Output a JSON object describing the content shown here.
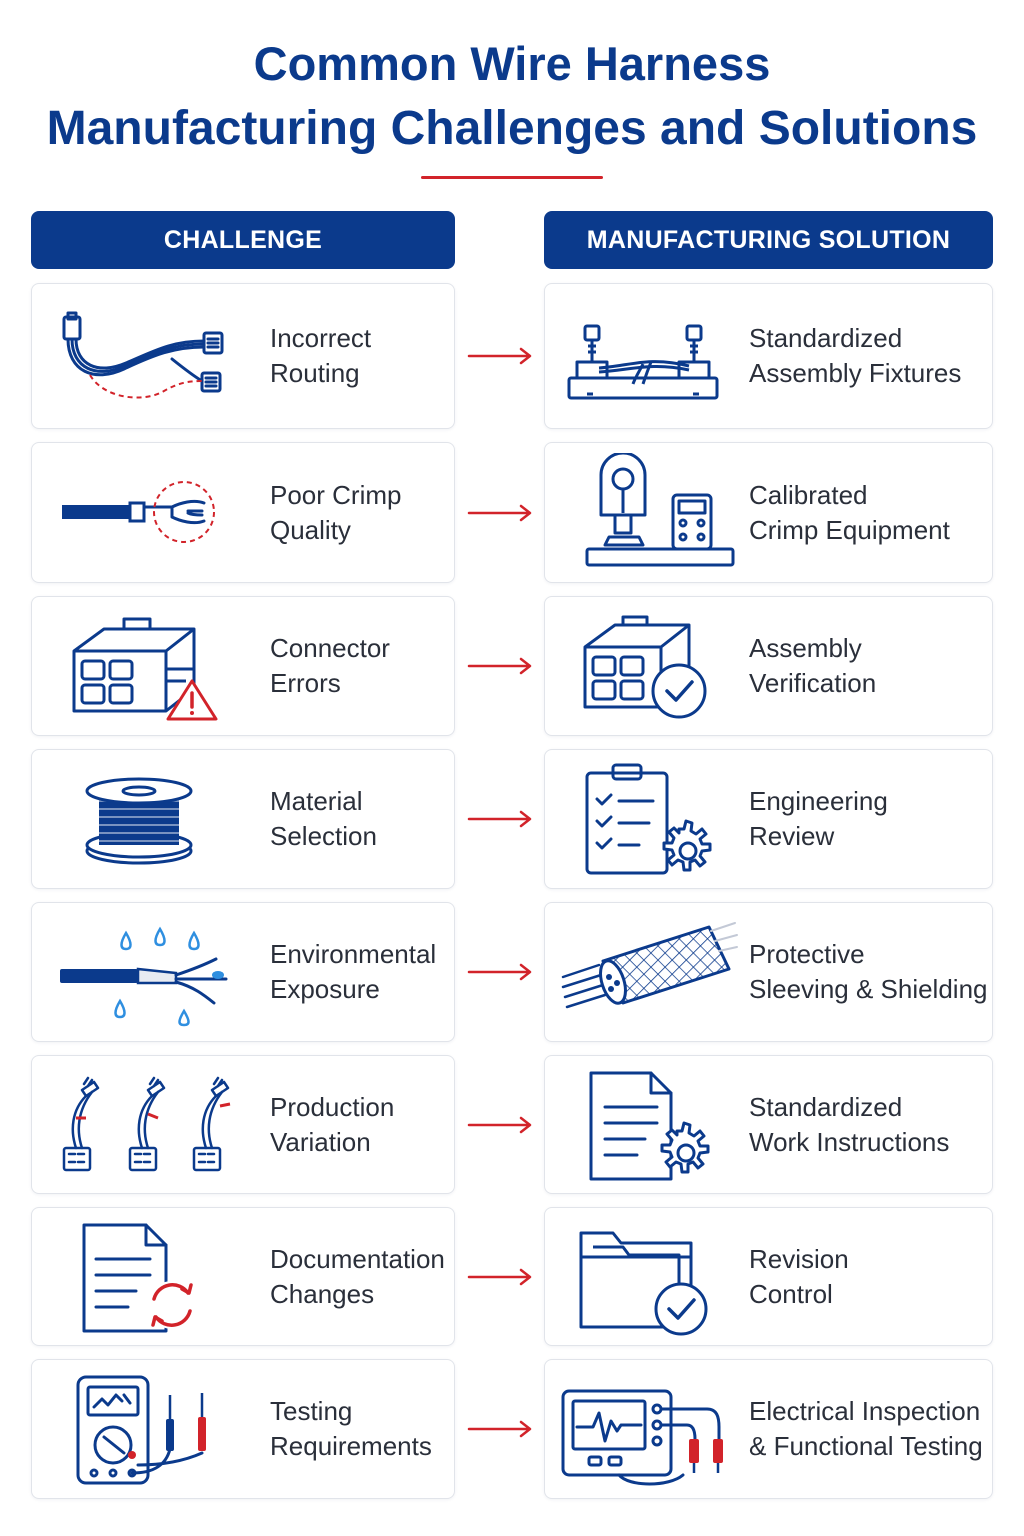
{
  "title": {
    "line1": "Common Wire Harness",
    "line2": "Manufacturing Challenges and Solutions"
  },
  "headers": {
    "challenge": "CHALLENGE",
    "solution": "MANUFACTURING SOLUTION"
  },
  "colors": {
    "navy": "#0b3a8c",
    "red": "#d2232a",
    "water_blue": "#2f8fe0"
  },
  "rows": [
    {
      "challenge": {
        "line1": "Incorrect",
        "line2": "Routing",
        "icon": "routing-harness-icon"
      },
      "solution": {
        "line1": "Standardized",
        "line2": "Assembly Fixtures",
        "icon": "assembly-fixture-icon"
      }
    },
    {
      "challenge": {
        "line1": "Poor Crimp",
        "line2": "Quality",
        "icon": "crimp-terminal-icon"
      },
      "solution": {
        "line1": "Calibrated",
        "line2": "Crimp Equipment",
        "icon": "crimp-machine-icon"
      }
    },
    {
      "challenge": {
        "line1": "Connector",
        "line2": "Errors",
        "icon": "connector-warning-icon"
      },
      "solution": {
        "line1": "Assembly",
        "line2": "Verification",
        "icon": "connector-check-icon"
      }
    },
    {
      "challenge": {
        "line1": "Material",
        "line2": "Selection",
        "icon": "wire-spool-icon"
      },
      "solution": {
        "line1": "Engineering",
        "line2": "Review",
        "icon": "clipboard-gear-icon"
      }
    },
    {
      "challenge": {
        "line1": "Environmental",
        "line2": "Exposure",
        "icon": "water-damage-cable-icon"
      },
      "solution": {
        "line1": "Protective",
        "line2": "Sleeving & Shielding",
        "icon": "braided-sleeve-icon"
      }
    },
    {
      "challenge": {
        "line1": "Production",
        "line2": "Variation",
        "icon": "cable-variants-icon"
      },
      "solution": {
        "line1": "Standardized",
        "line2": "Work Instructions",
        "icon": "document-gear-icon"
      }
    },
    {
      "challenge": {
        "line1": "Documentation",
        "line2": "Changes",
        "icon": "document-refresh-icon"
      },
      "solution": {
        "line1": "Revision",
        "line2": "Control",
        "icon": "folder-check-icon"
      }
    },
    {
      "challenge": {
        "line1": "Testing",
        "line2": "Requirements",
        "icon": "multimeter-icon"
      },
      "solution": {
        "line1": "Electrical Inspection",
        "line2": "& Functional Testing",
        "icon": "oscilloscope-icon"
      }
    }
  ]
}
